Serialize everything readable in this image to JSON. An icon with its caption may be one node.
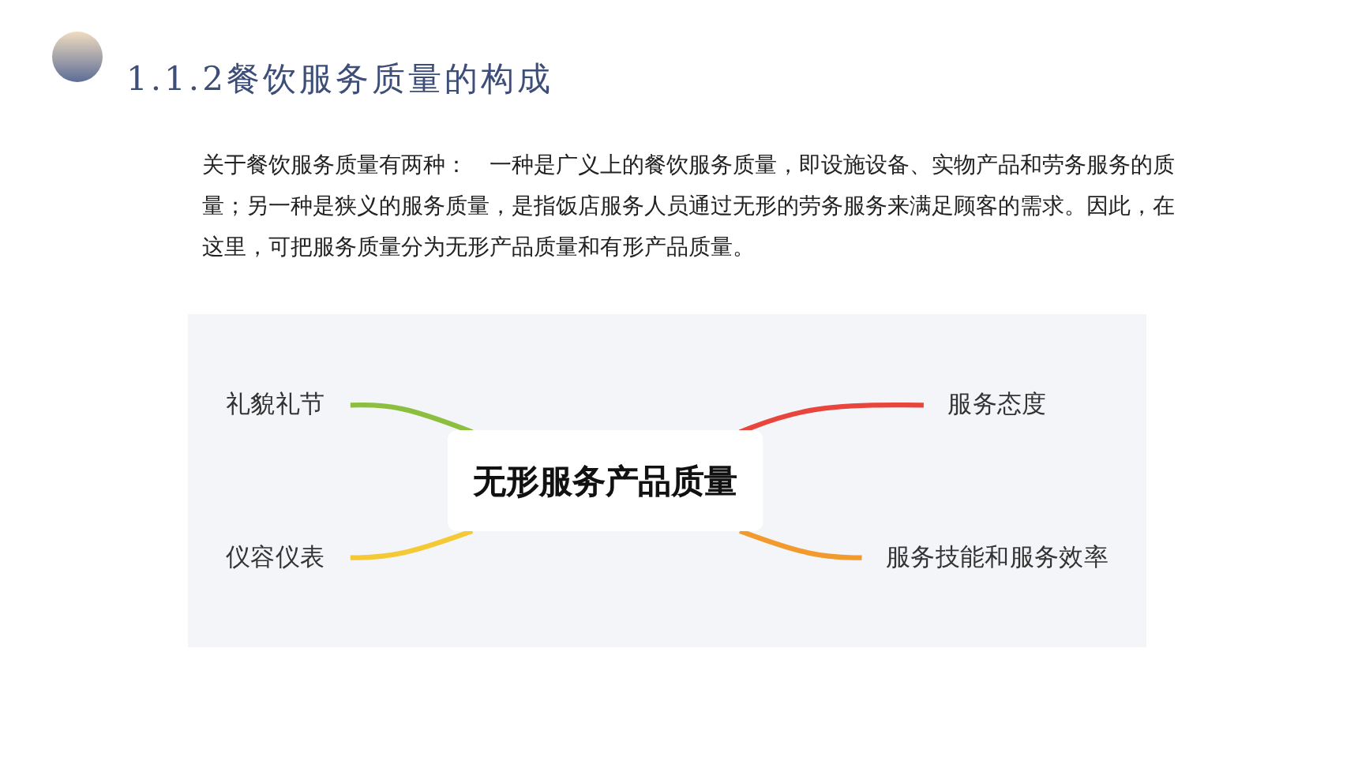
{
  "diagram": {
    "title": "1.1.2餐饮服务质量的构成",
    "nodes": [
      {
        "text": [
          "礼貌礼节"
        ]
      },
      {
        "text": [
          "服务态度"
        ]
      },
      {
        "text": [
          "无形服务产品质量"
        ]
      },
      {
        "text": [
          "仪容仪表"
        ]
      },
      {
        "text": [
          "服务技能和服务效率"
        ]
      }
    ],
    "edges": [
      {
        "from": 0,
        "to": 2,
        "arrow": "none",
        "color": "#8cbf3f"
      },
      {
        "from": 2,
        "to": 1,
        "arrow": "none",
        "color": "#e8453c"
      },
      {
        "from": 3,
        "to": 2,
        "arrow": "none",
        "color": "#f5c935"
      },
      {
        "from": 2,
        "to": 4,
        "arrow": "none",
        "color": "#f29a2e"
      }
    ],
    "labels": [
      "关于餐饮服务质量有两种：　一种是广义上的餐饮服务质量，即设施设备、实物产品和劳务服务的质量；另一种是狭义的服务质量，是指饭店服务人员通过无形的劳务服务来满足顾客的需求。因此，在这里，可把服务质量分为无形产品质量和有形产品质量。"
    ]
  }
}
